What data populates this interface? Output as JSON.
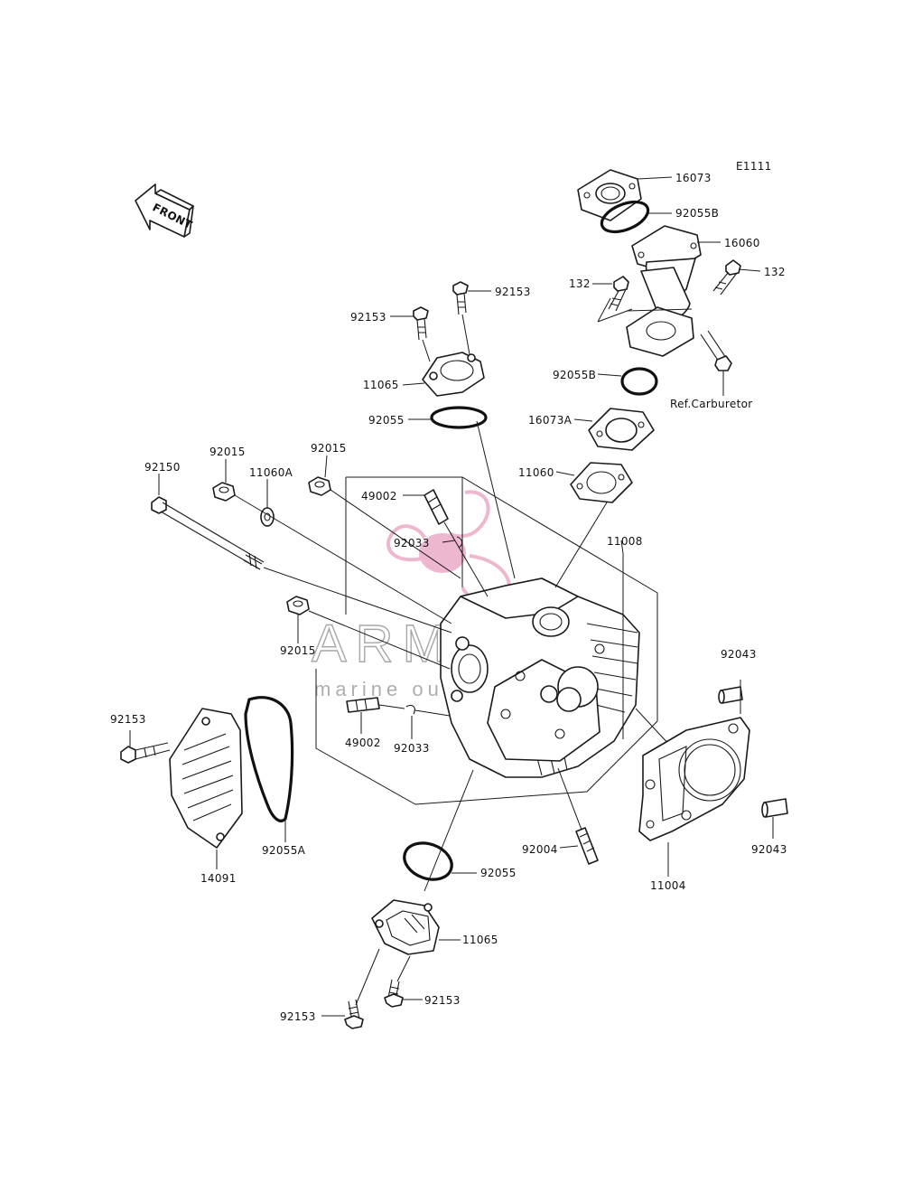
{
  "diagram_code": "E1111",
  "front_label": "FRONT",
  "ref_note": "Ref.Carburetor",
  "watermark": {
    "brand": "ARMADA",
    "tagline": "marine outboards",
    "color": "#e8a0c0"
  },
  "labels": {
    "p16073": "16073",
    "p92055B_top": "92055B",
    "p16060": "16060",
    "p132_left": "132",
    "p132_right": "132",
    "p92055B_mid": "92055B",
    "p16073A": "16073A",
    "p11060": "11060",
    "p92153_a": "92153",
    "p92153_b": "92153",
    "p11065_top": "11065",
    "p92055_top": "92055",
    "p92150": "92150",
    "p92015_a": "92015",
    "p11060A": "11060A",
    "p92015_b": "92015",
    "p49002_top": "49002",
    "p92033_top": "92033",
    "p11008": "11008",
    "p92015_c": "92015",
    "p92043_top": "92043",
    "p92153_left": "92153",
    "p49002_low": "49002",
    "p92033_low": "92033",
    "p14091": "14091",
    "p92055A": "92055A",
    "p92004": "92004",
    "p11004": "11004",
    "p92043_low": "92043",
    "p92055_low": "92055",
    "p11065_low": "11065",
    "p92153_c": "92153",
    "p92153_d": "92153"
  }
}
